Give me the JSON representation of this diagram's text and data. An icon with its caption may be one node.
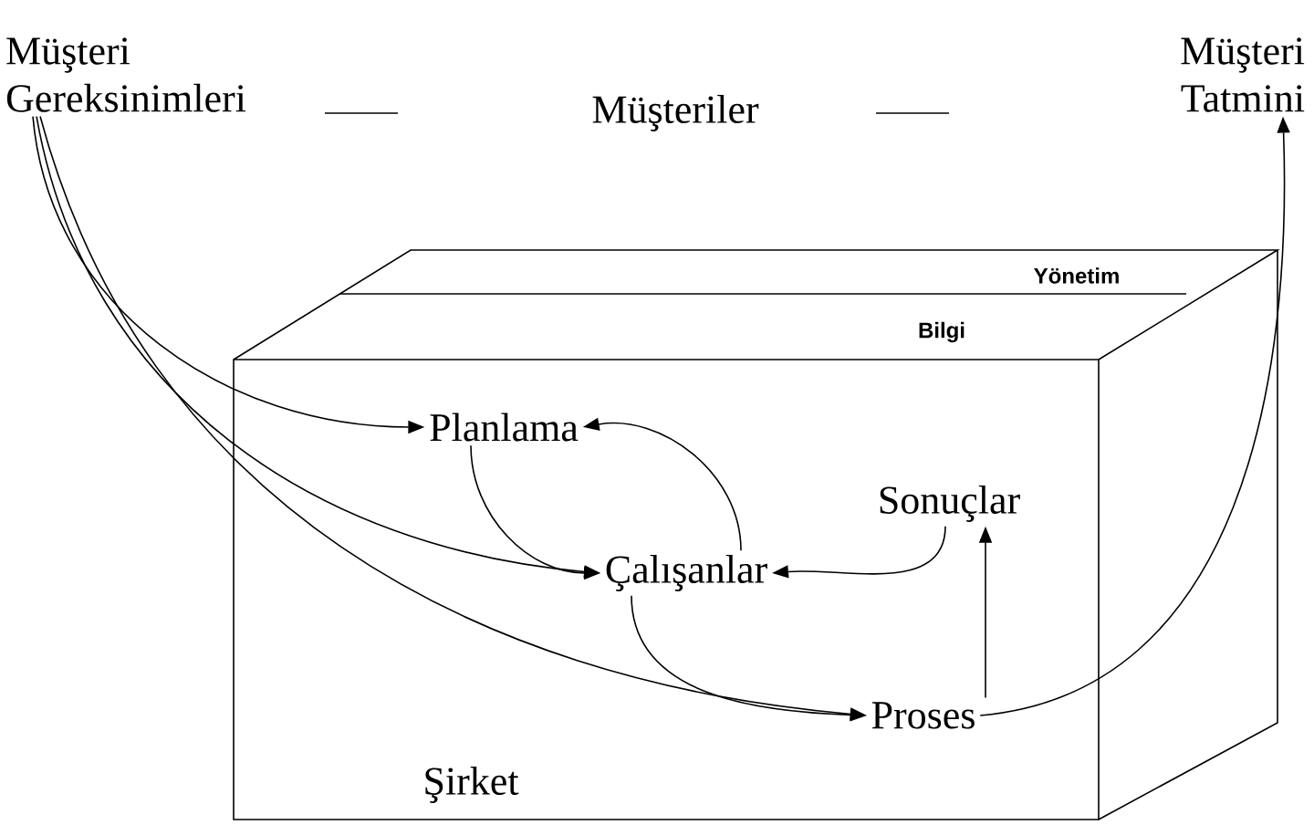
{
  "diagram": {
    "nodes": [
      {
        "text": [
          "Müşteri Gereksinimleri"
        ]
      },
      {
        "text": [
          "Müşteriler"
        ]
      },
      {
        "text": [
          "Müşteri Tatmini"
        ]
      },
      {
        "text": [
          "Şirket"
        ]
      },
      {
        "text": [
          "Planlama"
        ],
        "in": 3
      },
      {
        "text": [
          "Sonuçlar"
        ],
        "in": 3
      },
      {
        "text": [
          "Çalışanlar"
        ],
        "in": 3
      },
      {
        "text": [
          "Proses"
        ],
        "in": 3
      }
    ],
    "edges": [
      {
        "from": 0,
        "to": 4,
        "arrow": "to"
      },
      {
        "from": 0,
        "to": 6,
        "arrow": "to"
      },
      {
        "from": 0,
        "to": 7,
        "arrow": "to"
      },
      {
        "from": 4,
        "to": 6,
        "arrow": "to"
      },
      {
        "from": 6,
        "to": 4,
        "arrow": "to"
      },
      {
        "from": 5,
        "to": 6,
        "arrow": "to"
      },
      {
        "from": 6,
        "to": 7,
        "arrow": "to"
      },
      {
        "from": 7,
        "to": 5,
        "arrow": "to"
      },
      {
        "from": 7,
        "to": 2,
        "arrow": "to"
      }
    ],
    "labels": [
      "Yönetim",
      "Bilgi"
    ]
  }
}
